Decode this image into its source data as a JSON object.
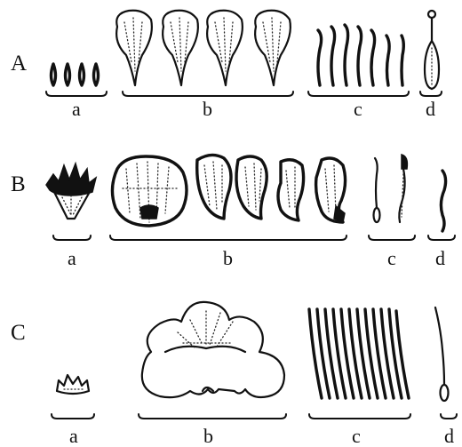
{
  "rows": [
    {
      "label": "A",
      "parts": [
        "a",
        "b",
        "c",
        "d"
      ]
    },
    {
      "label": "B",
      "parts": [
        "a",
        "b",
        "c",
        "d"
      ]
    },
    {
      "label": "C",
      "parts": [
        "a",
        "b",
        "c",
        "d"
      ]
    }
  ]
}
